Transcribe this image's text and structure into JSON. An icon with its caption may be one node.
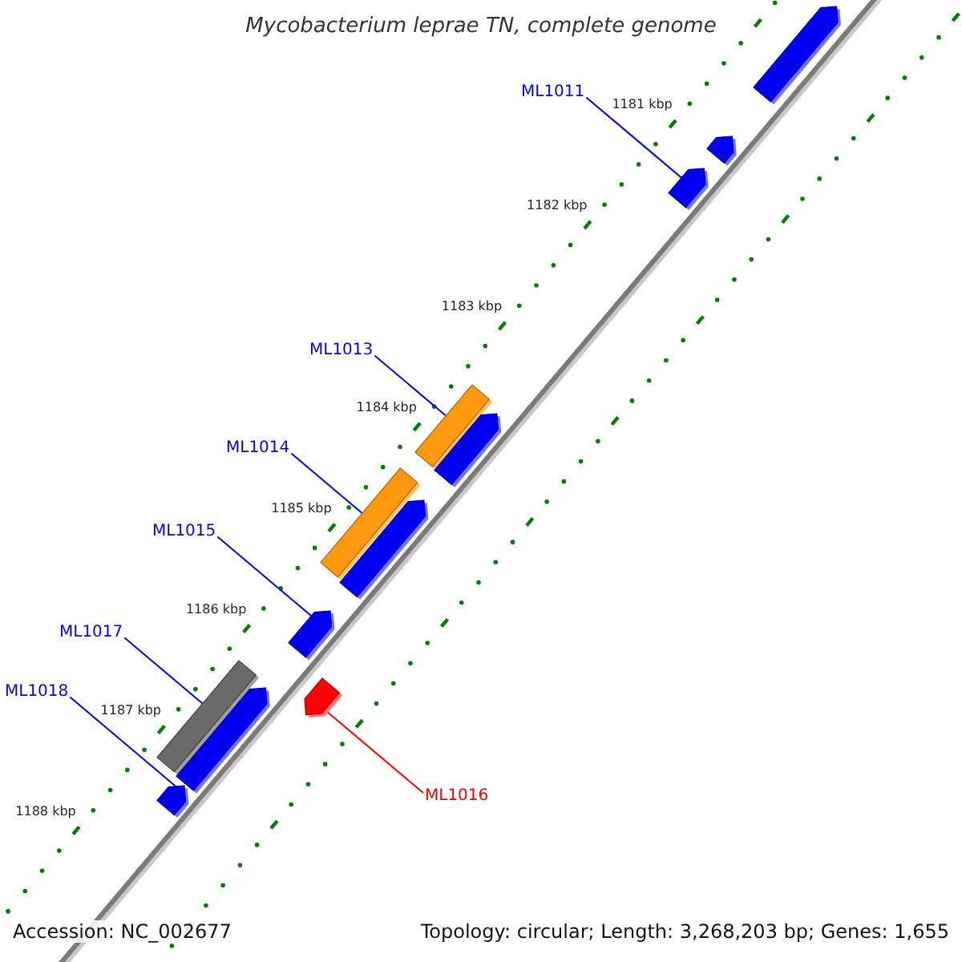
{
  "diagram": {
    "title": "Mycobacterium leprae TN, complete genome",
    "nodes": [
      {
        "text": [
          "ML1011"
        ]
      },
      {
        "text": [],
        "shape": "arrow"
      },
      {
        "text": [],
        "shape": "arrow"
      },
      {
        "text": [],
        "shape": "arrow"
      },
      {
        "text": [
          "ML1013"
        ]
      },
      {
        "text": [],
        "shape": "bar"
      },
      {
        "text": [],
        "shape": "arrow"
      },
      {
        "text": [
          "ML1014"
        ]
      },
      {
        "text": [],
        "shape": "bar"
      },
      {
        "text": [],
        "shape": "arrow"
      },
      {
        "text": [
          "ML1015"
        ]
      },
      {
        "text": [],
        "shape": "arrow"
      },
      {
        "text": [
          "ML1017"
        ]
      },
      {
        "text": [],
        "shape": "bar"
      },
      {
        "text": [],
        "shape": "arrow"
      },
      {
        "text": [
          "ML1018"
        ]
      },
      {
        "text": [],
        "shape": "arrow"
      },
      {
        "text": [],
        "shape": "arrow"
      },
      {
        "text": [
          "ML1016"
        ]
      }
    ],
    "edges": [
      {
        "from": 0,
        "to": 3,
        "arrow": "none"
      },
      {
        "from": 4,
        "to": 5,
        "arrow": "none"
      },
      {
        "from": 7,
        "to": 8,
        "arrow": "none"
      },
      {
        "from": 10,
        "to": 11,
        "arrow": "none"
      },
      {
        "from": 12,
        "to": 13,
        "arrow": "none"
      },
      {
        "from": 15,
        "to": 17,
        "arrow": "none"
      },
      {
        "from": 18,
        "to": 16,
        "arrow": "none",
        "color": "#ff0000"
      }
    ],
    "labels": [
      "1181 kbp",
      "1182 kbp",
      "1183 kbp",
      "1184 kbp",
      "1185 kbp",
      "1186 kbp",
      "1187 kbp",
      "1188 kbp",
      "Accession: NC_002677",
      "Topology: circular; Length: 3,268,203 bp; Genes: 1,655"
    ]
  }
}
